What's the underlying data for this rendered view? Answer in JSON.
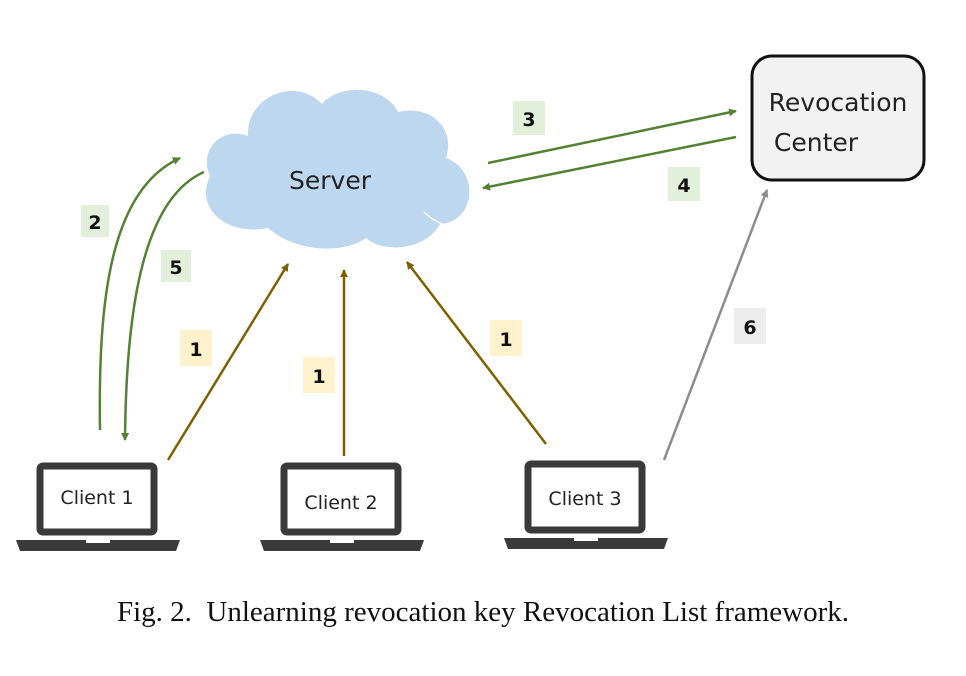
{
  "nodes": {
    "server": "Server",
    "revocation_center": [
      "Revocation",
      "Center"
    ],
    "client1": "Client 1",
    "client2": "Client 2",
    "client3": "Client 3"
  },
  "steps": {
    "s1a": "1",
    "s1b": "1",
    "s1c": "1",
    "s2": "2",
    "s3": "3",
    "s4": "4",
    "s5": "5",
    "s6": "6"
  },
  "colors": {
    "cloud": "#bdd7ee",
    "green_arrow": "#548235",
    "gold_arrow": "#7f6000",
    "gray_arrow": "#8c8c8c",
    "green_badge": "#e2efda",
    "gold_badge": "#fff2cc",
    "gray_badge": "#ededed",
    "laptop": "#3a3a3a"
  },
  "caption": "Fig. 2.  Unlearning revocation key Revocation List framework."
}
